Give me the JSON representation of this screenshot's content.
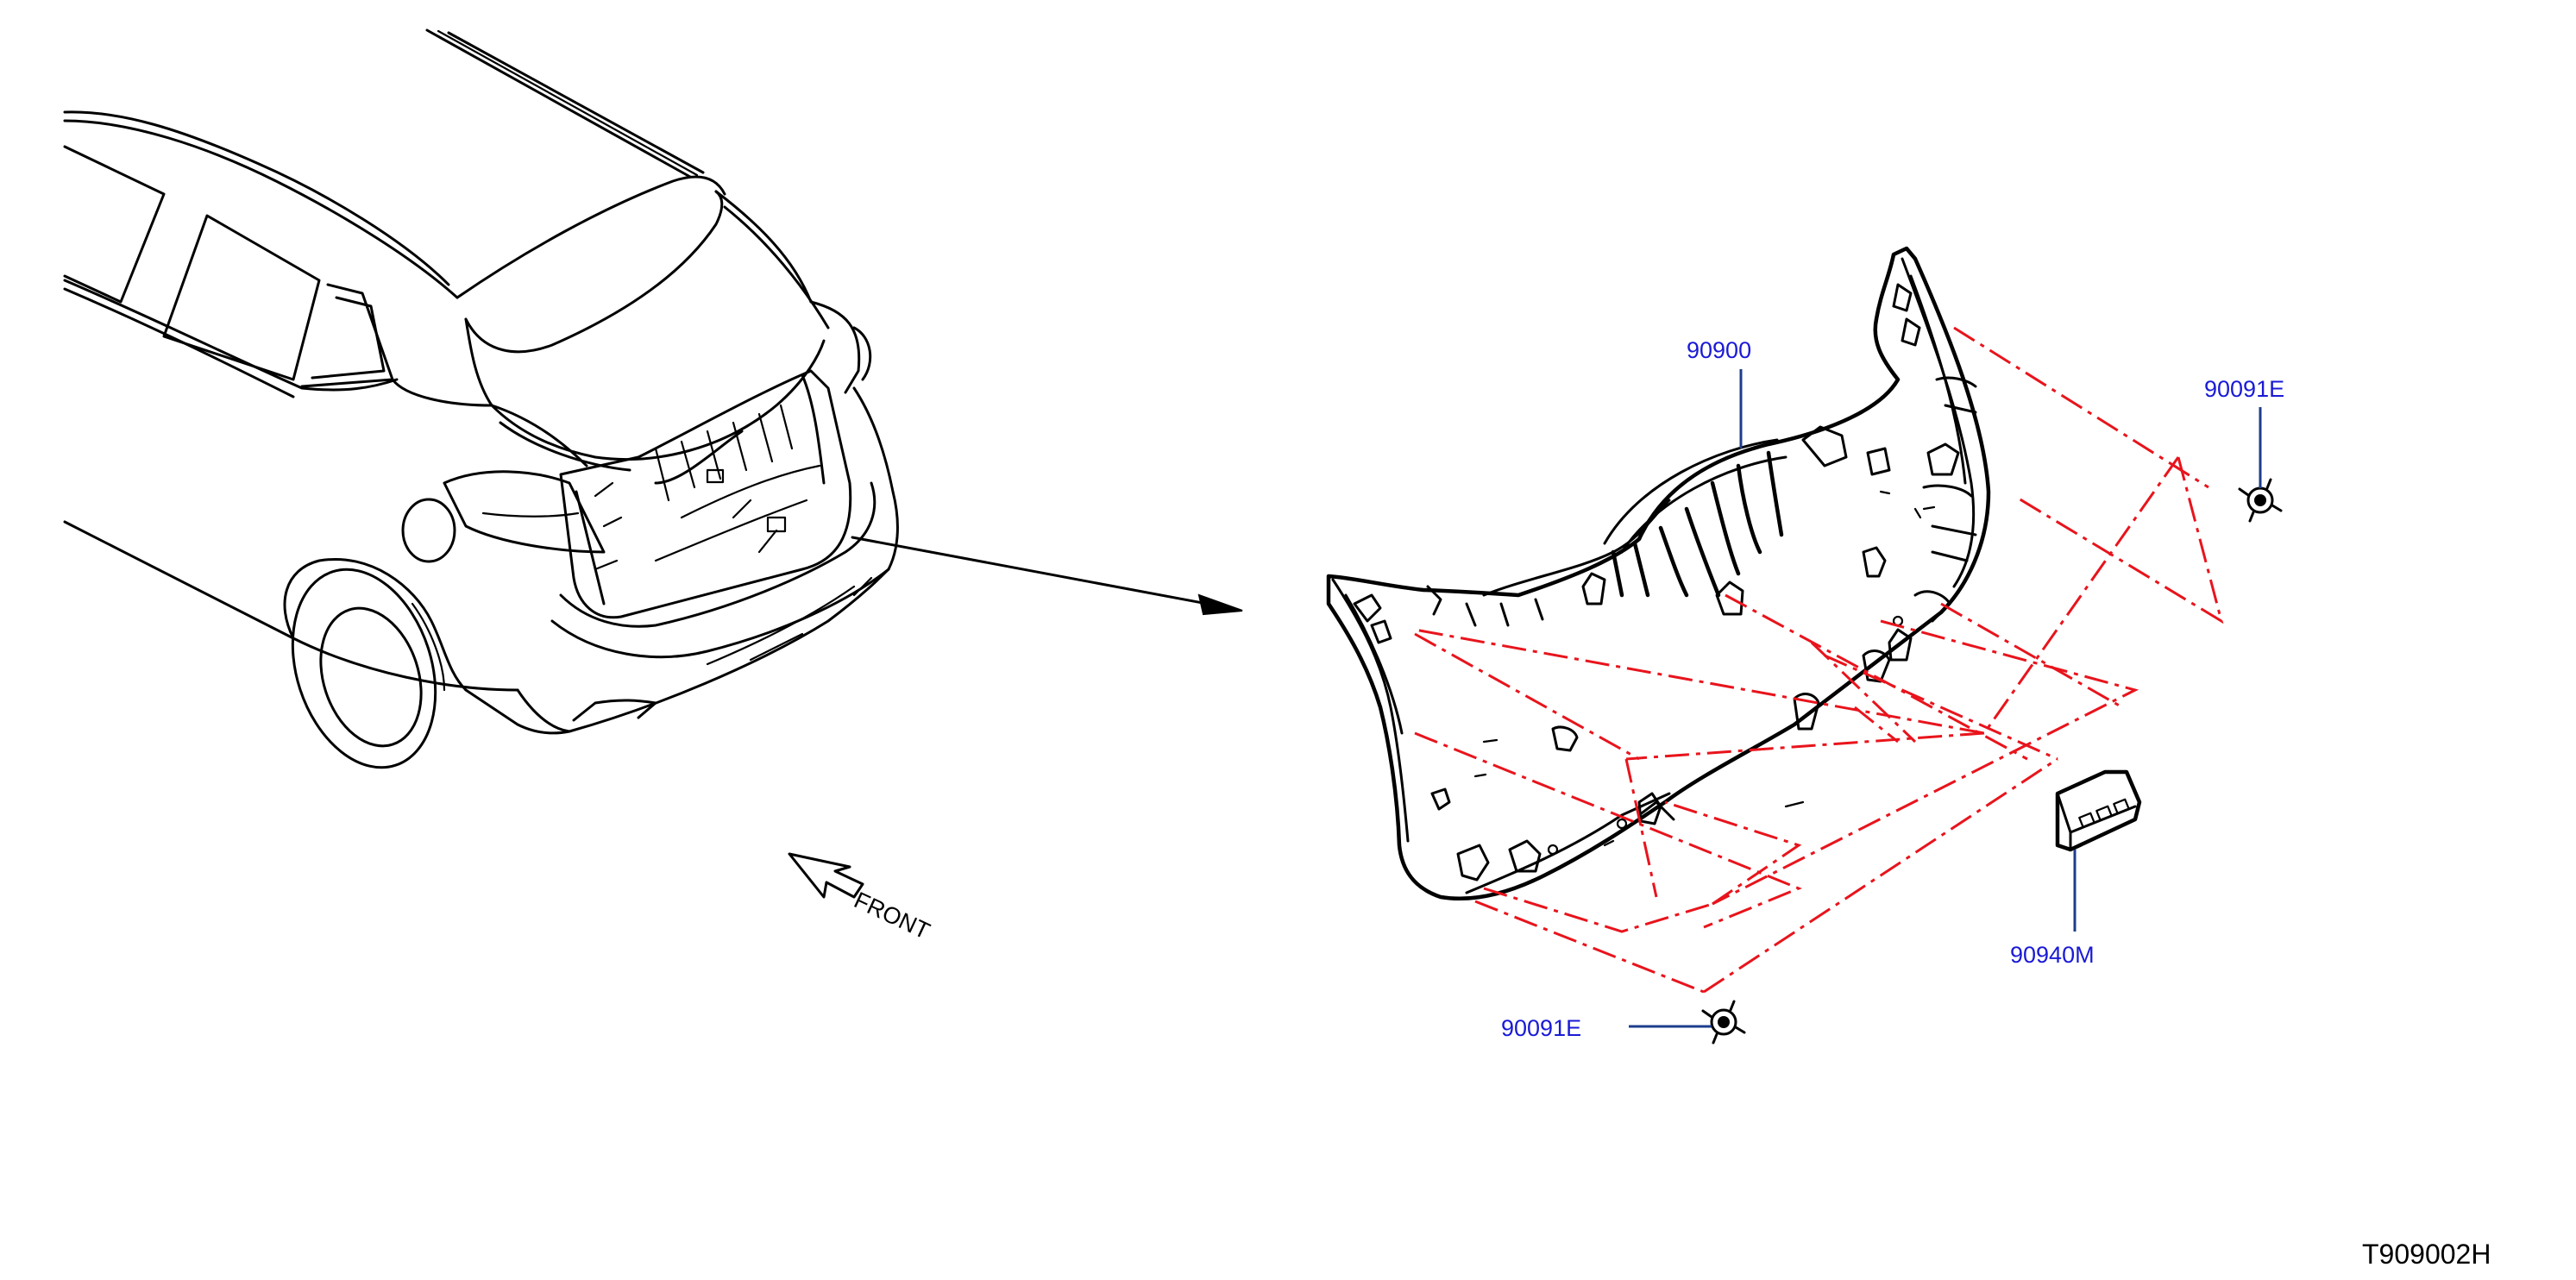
{
  "diagram": {
    "orientation_label": "FRONT",
    "drawing_code": "T909002H",
    "callouts": [
      {
        "id": "trim-panel",
        "part_number": "90900"
      },
      {
        "id": "clip-upper",
        "part_number": "90091E"
      },
      {
        "id": "lamp-bracket",
        "part_number": "90940M"
      },
      {
        "id": "clip-lower",
        "part_number": "90091E"
      }
    ],
    "colors": {
      "line_art": "#000000",
      "callout_text": "#1a1ad6",
      "leader_line": "#1c3d8c",
      "phantom_line": "#e8141c"
    }
  }
}
